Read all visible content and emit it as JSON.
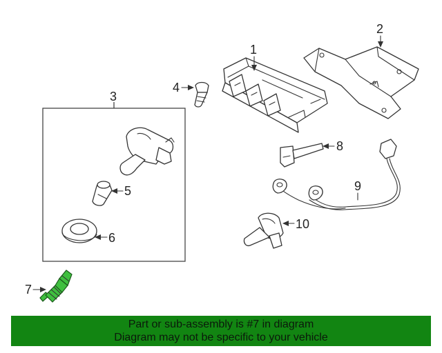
{
  "callouts": {
    "c1": "1",
    "c2": "2",
    "c3": "3",
    "c4": "4",
    "c5": "5",
    "c6": "6",
    "c7": "7",
    "c8": "8",
    "c9": "9",
    "c10": "10"
  },
  "banner": {
    "line1": "Part or sub-assembly is #7 in diagram",
    "line2": "Diagram may not be specific to your vehicle"
  },
  "colors": {
    "banner_bg": "#128512",
    "highlight_part": "#3fbf3f",
    "line": "#333333"
  }
}
